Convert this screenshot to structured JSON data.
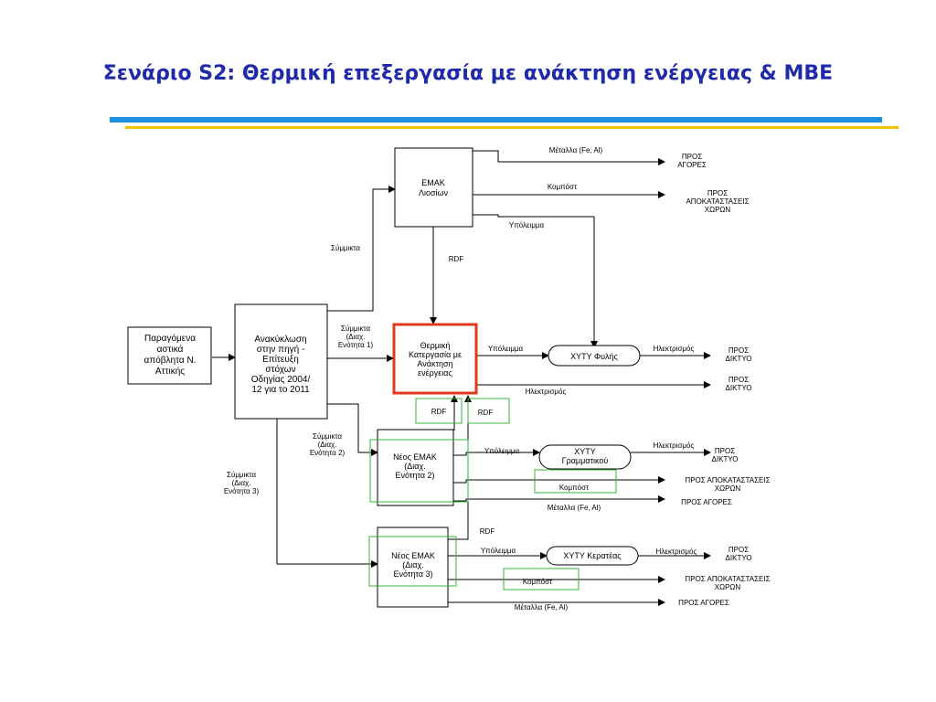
{
  "slide": {
    "title": "Σενάριο S2: Θερμική επεξεργασία με ανάκτηση ενέργειας & ΜΒΕ",
    "accent_blue": "#1f8fe0",
    "accent_yellow": "#f5c400",
    "title_color": "#1f2aa8"
  },
  "diagram": {
    "boxes": {
      "generated_waste": [
        "Παραγόμενα",
        "αστικά",
        "απόβλητα Ν.",
        "Αττικής"
      ],
      "source_recycling": [
        "Ανακύκλωση",
        "στην πηγή -",
        "Επίτευξη",
        "στόχων",
        "Οδηγίας 2004/",
        "12 για το 2011"
      ],
      "emak_liosion": [
        "ΕΜΑΚ",
        "Λιοσίων"
      ],
      "thermal": [
        "Θερμική",
        "Κατεργασία με",
        "Ανάκτηση",
        "ενέργειας"
      ],
      "new_emak_2": [
        "Νέος ΕΜΑΚ",
        "(Διαχ.",
        "Ενότητα 2)"
      ],
      "new_emak_3": [
        "Νέος ΕΜΑΚ",
        "(Διαχ.",
        "Ενότητα 3)"
      ]
    },
    "landfills": {
      "fyli": "ΧΥΤΥ Φυλής",
      "grammatiko": [
        "ΧΥΤΥ",
        "Γραμματικού"
      ],
      "keratea": "ΧΥΤΥ Κερατέας"
    },
    "labels": {
      "mixed": "Σύμμικτα",
      "mixed_unit1": [
        "Σύμμικτα",
        "(Διαχ.",
        "Ενότητα 1)"
      ],
      "mixed_unit2": [
        "Σύμμικτα",
        "(Διαχ.",
        "Ενότητα 2)"
      ],
      "mixed_unit3": [
        "Σύμμικτα",
        "(Διαχ.",
        "Ενότητα 3)"
      ],
      "metals": "Μέταλλα (Fe, Al)",
      "compost": "Κομπόστ",
      "residue": "Υπόλειμμα",
      "rdf": "RDF",
      "electricity": "Ηλεκτρισμός"
    },
    "destinations": {
      "markets": [
        "ΠΡΟΣ",
        "ΑΓΟΡΕΣ"
      ],
      "restoration": [
        "ΠΡΟΣ",
        "ΑΠΟΚΑΤΑΣΤΑΣΕΙΣ",
        "ΧΩΡΩΝ"
      ],
      "grid": [
        "ΠΡΟΣ",
        "ΔΙΚΤΥΟ"
      ],
      "restoration_inline": [
        "ΠΡΟΣ ΑΠΟΚΑΤΑΣΤΑΣΕΙΣ",
        "ΧΩΡΩΝ"
      ],
      "markets_inline": "ΠΡΟΣ ΑΓΟΡΕΣ"
    }
  }
}
